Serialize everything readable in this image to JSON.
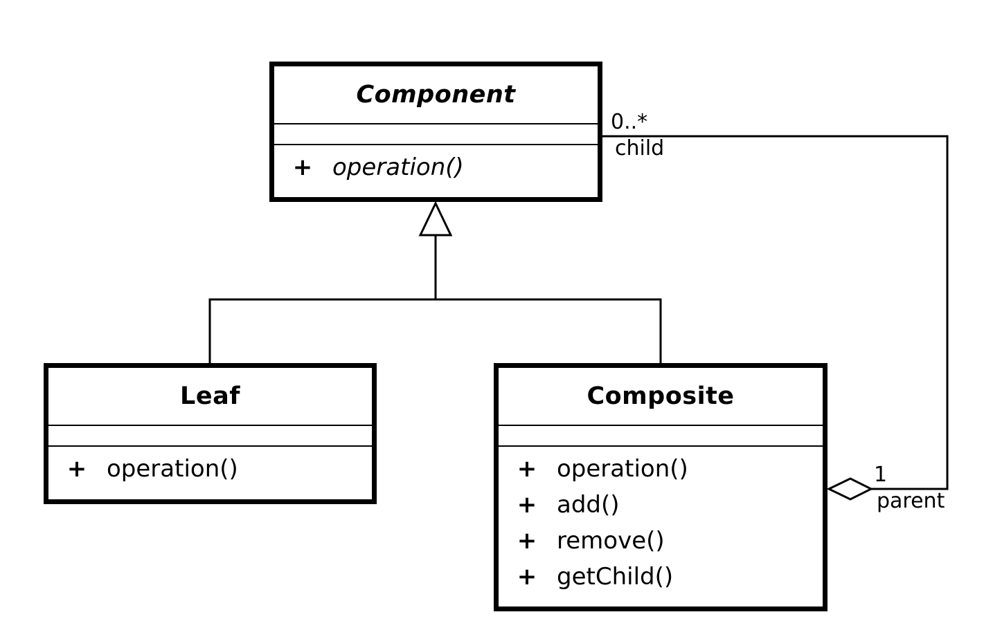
{
  "classes": {
    "component": {
      "name": "Component",
      "operations": [
        {
          "visibility": "+",
          "name": "operation()"
        }
      ]
    },
    "leaf": {
      "name": "Leaf",
      "operations": [
        {
          "visibility": "+",
          "name": "operation()"
        }
      ]
    },
    "composite": {
      "name": "Composite",
      "operations": [
        {
          "visibility": "+",
          "name": "operation()"
        },
        {
          "visibility": "+",
          "name": "add()"
        },
        {
          "visibility": "+",
          "name": "remove()"
        },
        {
          "visibility": "+",
          "name": "getChild()"
        }
      ]
    }
  },
  "association": {
    "child_multiplicity": "0..*",
    "child_role": "child",
    "parent_multiplicity": "1",
    "parent_role": "parent"
  }
}
